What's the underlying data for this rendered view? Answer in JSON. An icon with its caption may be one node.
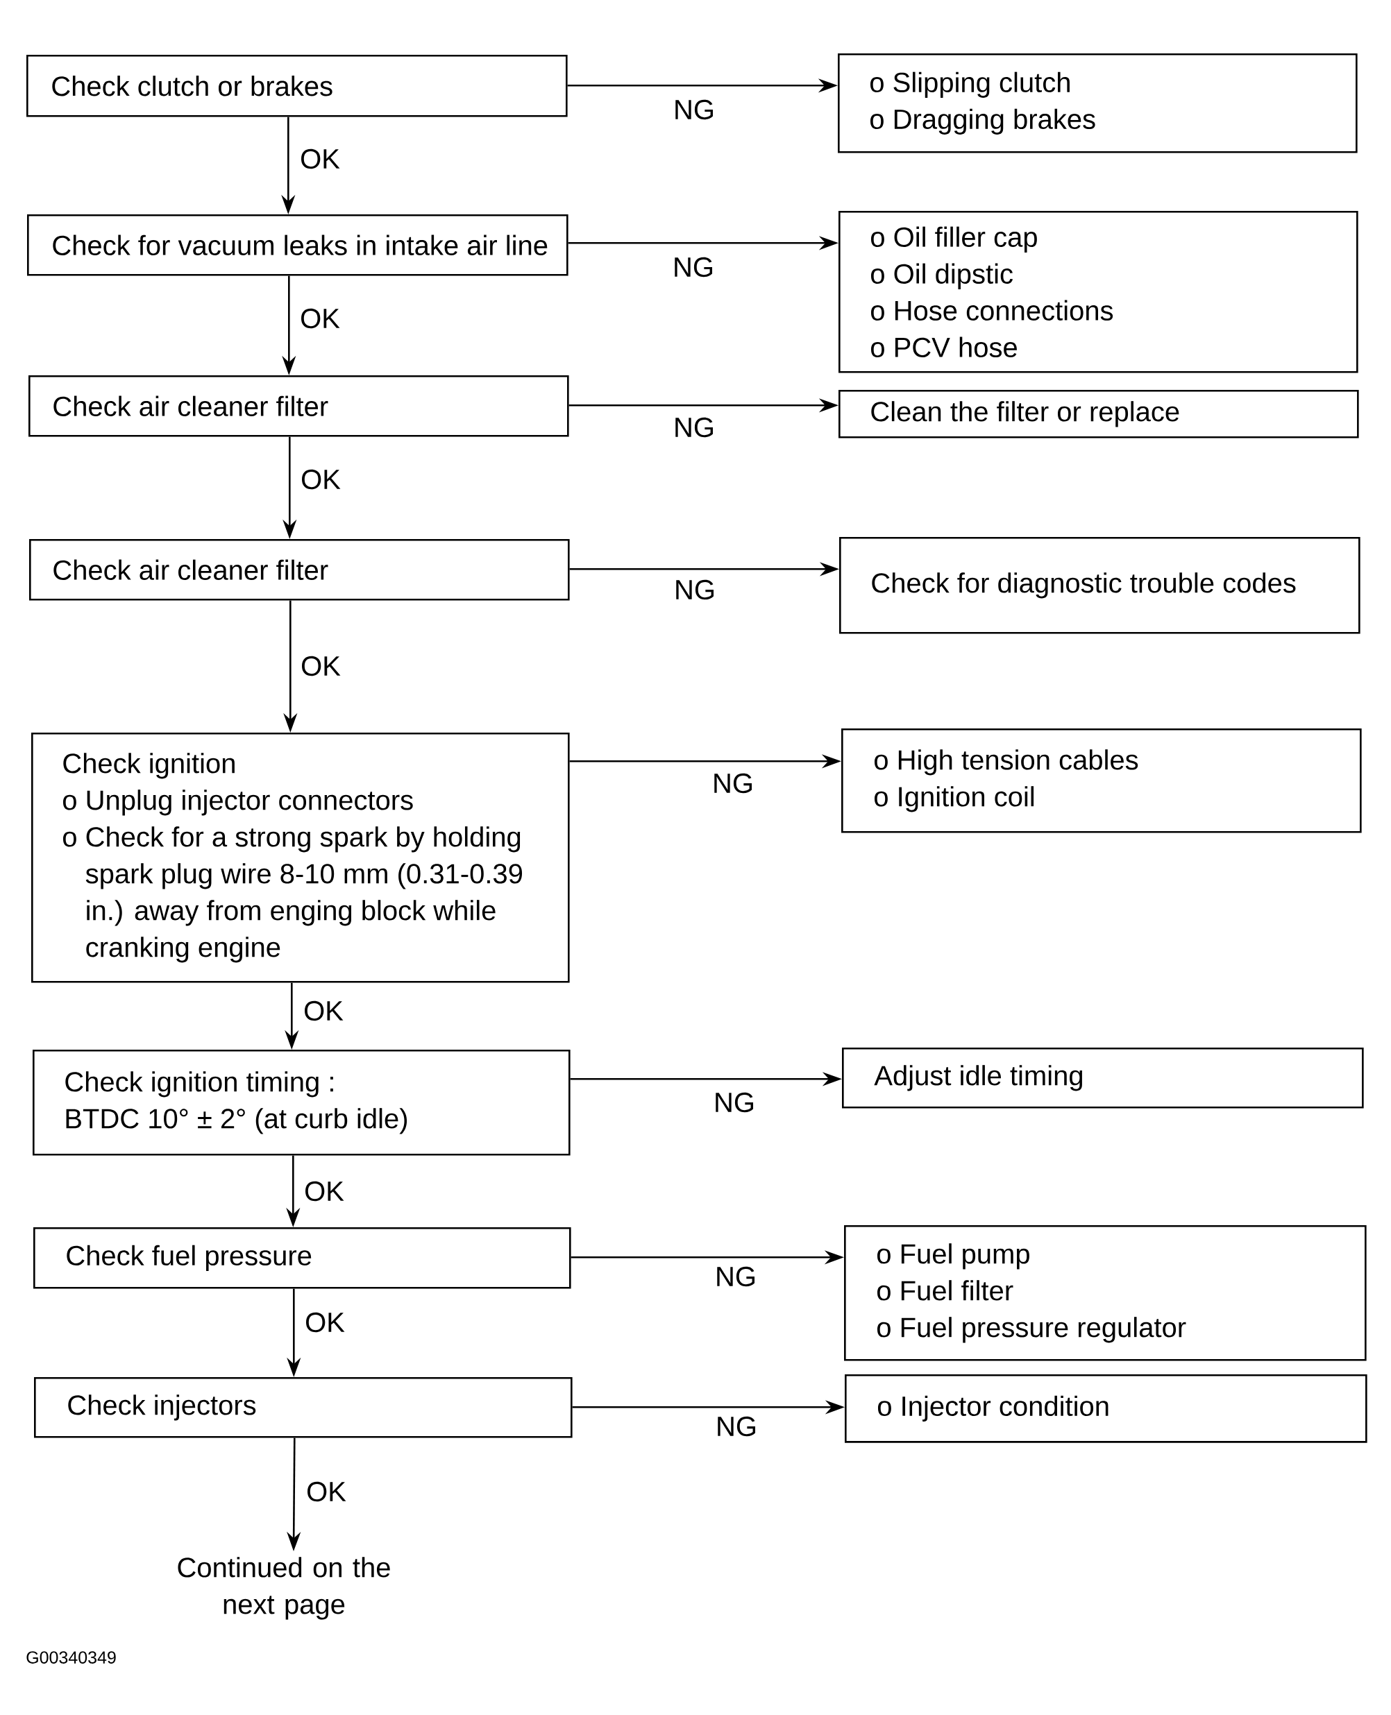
{
  "diagram": {
    "nodes": [
      {
        "text": [
          "Check clutch or brakes"
        ]
      },
      {
        "text": [
          "o Slipping clutch",
          "o Dragging brakes"
        ]
      },
      {
        "text": [
          "Check for vacuum leaks in intake air line"
        ]
      },
      {
        "text": [
          "o Oil filler cap",
          "o Oil dipstic",
          "o Hose connections",
          "o PCV hose"
        ]
      },
      {
        "text": [
          "Check air cleaner filter"
        ]
      },
      {
        "text": [
          "Clean the filter or replace"
        ]
      },
      {
        "text": [
          "Check air cleaner filter"
        ]
      },
      {
        "text": [
          "Check for diagnostic trouble codes"
        ]
      },
      {
        "text": [
          "Check ignition",
          "o Unplug injector connectors",
          "o Check for a strong spark by holding spark plug wire 8-10 mm (0.31-0.39 in.) away from enging block while cranking engine"
        ]
      },
      {
        "text": [
          "o High tension cables",
          "o Ignition coil"
        ]
      },
      {
        "text": [
          "Check ignition timing :",
          "BTDC 10° ± 2° (at curb idle)"
        ]
      },
      {
        "text": [
          "Adjust idle timing"
        ]
      },
      {
        "text": [
          "Check fuel pressure"
        ]
      },
      {
        "text": [
          "o Fuel pump",
          "o Fuel filter",
          "o Fuel pressure regulator"
        ]
      },
      {
        "text": [
          "Check injectors"
        ]
      },
      {
        "text": [
          "o Injector condition"
        ]
      },
      {
        "text": [
          "Continued on the next page"
        ]
      }
    ],
    "edges": [
      {
        "from": 0,
        "to": 1,
        "arrow": "to",
        "label": "NG"
      },
      {
        "from": 0,
        "to": 2,
        "arrow": "to",
        "label": "OK"
      },
      {
        "from": 2,
        "to": 3,
        "arrow": "to",
        "label": "NG"
      },
      {
        "from": 2,
        "to": 4,
        "arrow": "to",
        "label": "OK"
      },
      {
        "from": 4,
        "to": 5,
        "arrow": "to",
        "label": "NG"
      },
      {
        "from": 4,
        "to": 6,
        "arrow": "to",
        "label": "OK"
      },
      {
        "from": 6,
        "to": 7,
        "arrow": "to",
        "label": "NG"
      },
      {
        "from": 6,
        "to": 8,
        "arrow": "to",
        "label": "OK"
      },
      {
        "from": 8,
        "to": 9,
        "arrow": "to",
        "label": "NG"
      },
      {
        "from": 8,
        "to": 10,
        "arrow": "to",
        "label": "OK"
      },
      {
        "from": 10,
        "to": 11,
        "arrow": "to",
        "label": "NG"
      },
      {
        "from": 10,
        "to": 12,
        "arrow": "to",
        "label": "OK"
      },
      {
        "from": 12,
        "to": 13,
        "arrow": "to",
        "label": "NG"
      },
      {
        "from": 12,
        "to": 14,
        "arrow": "to",
        "label": "OK"
      },
      {
        "from": 14,
        "to": 15,
        "arrow": "to",
        "label": "NG"
      },
      {
        "from": 14,
        "to": 16,
        "arrow": "to",
        "label": "OK"
      }
    ],
    "labels": [
      "G00340349"
    ]
  }
}
